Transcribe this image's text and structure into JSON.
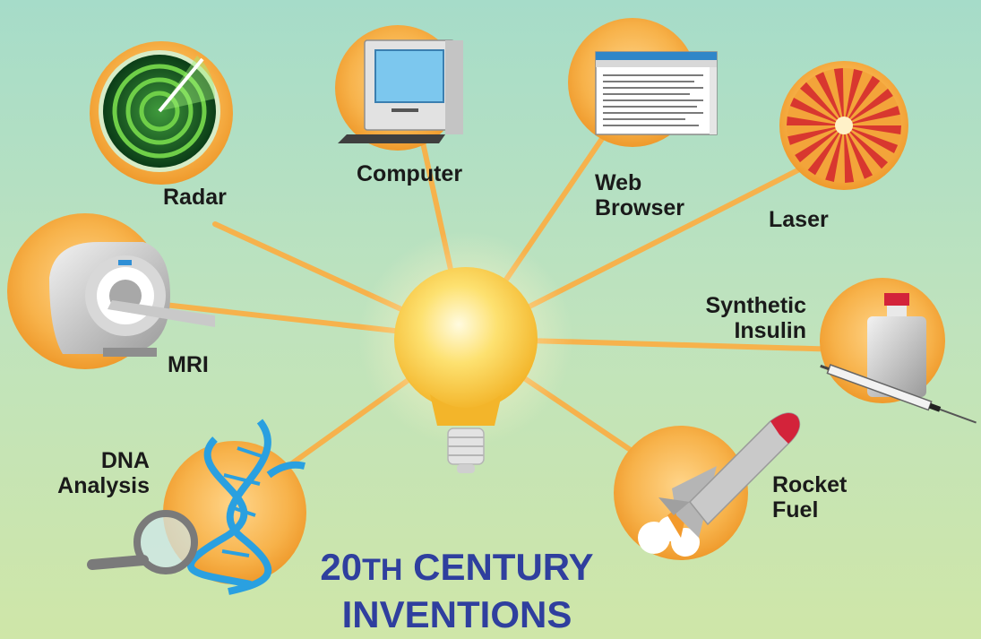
{
  "title": {
    "line1_prefix": "20",
    "line1_suffix": "TH",
    "line1_rest": " CENTURY",
    "line2": "INVENTIONS"
  },
  "inventions": {
    "radar": "Radar",
    "computer": "Computer",
    "web_browser_line1": "Web",
    "web_browser_line2": "Browser",
    "laser": "Laser",
    "mri": "MRI",
    "insulin_line1": "Synthetic",
    "insulin_line2": "Insulin",
    "dna_line1": "DNA",
    "dna_line2": "Analysis",
    "rocket_line1": "Rocket",
    "rocket_line2": "Fuel"
  },
  "colors": {
    "title": "#2f3f9e",
    "connector": "#f6b24c",
    "node_fill": "#f5a93c",
    "bulb": "#f7c83a"
  }
}
